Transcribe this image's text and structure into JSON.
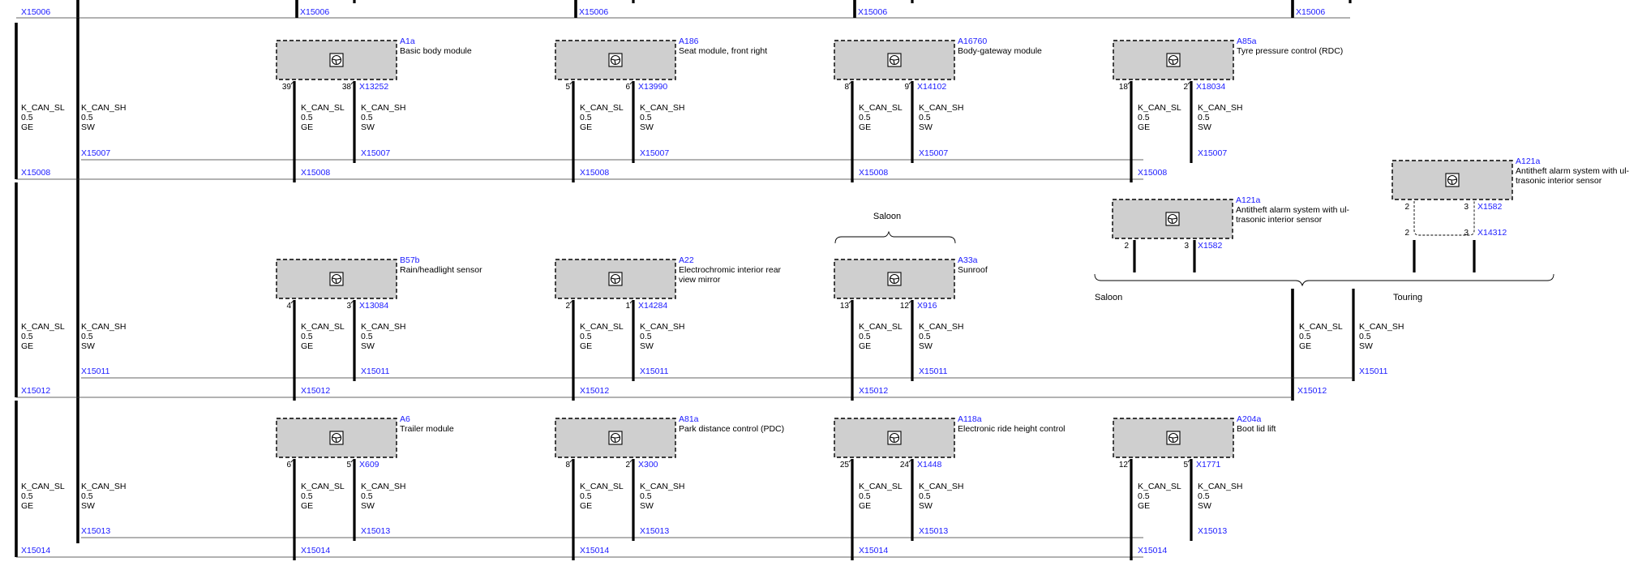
{
  "colors": {
    "connector_text": "#1a1aff",
    "module_fill": "#cfcfcf",
    "wire": "#000000"
  },
  "wire": {
    "sl_name": "K_CAN_SL",
    "sh_name": "K_CAN_SH",
    "size": "0.5",
    "sl_color": "GE",
    "sh_color": "SW"
  },
  "top_connectors": [
    "X15006",
    "X15006",
    "X15006",
    "X15006",
    "X15006"
  ],
  "rows": [
    {
      "id": "row1",
      "left_sh_conn": "X15007",
      "left_sl_conn": "X15008",
      "modules": [
        {
          "id": "A1a",
          "name": "Basic body module",
          "pin_sl": "39",
          "pin_sh": "38",
          "conn": "X13252",
          "sh_conn": "X15007",
          "sl_conn": "X15008"
        },
        {
          "id": "A186",
          "name": "Seat module, front right",
          "pin_sl": "5",
          "pin_sh": "6",
          "conn": "X13990",
          "sh_conn": "X15007",
          "sl_conn": "X15008"
        },
        {
          "id": "A16760",
          "name": "Body-gateway module",
          "pin_sl": "8",
          "pin_sh": "9",
          "conn": "X14102",
          "sh_conn": "X15007",
          "sl_conn": "X15008"
        },
        {
          "id": "A85a",
          "name": "Tyre pressure control (RDC)",
          "pin_sl": "18",
          "pin_sh": "2",
          "conn": "X18034",
          "sh_conn": "X15007",
          "sl_conn": "X15008"
        }
      ]
    },
    {
      "id": "row2",
      "left_sh_conn": "X15011",
      "left_sl_conn": "X15012",
      "modules": [
        {
          "id": "B57b",
          "name": "Rain/headlight sensor",
          "pin_sl": "4",
          "pin_sh": "3",
          "conn": "X13084",
          "sh_conn": "X15011",
          "sl_conn": "X15012"
        },
        {
          "id": "A22",
          "name": "Electrochromic interior rear view mirror",
          "name_line1": "Electrochromic interior rear",
          "name_line2": "view mirror",
          "pin_sl": "2",
          "pin_sh": "1",
          "conn": "X14284",
          "sh_conn": "X15011",
          "sl_conn": "X15012"
        },
        {
          "id": "A33a",
          "name": "Sunroof",
          "pin_sl": "13",
          "pin_sh": "12",
          "conn": "X916",
          "sh_conn": "X15011",
          "sl_conn": "X15012"
        }
      ],
      "saloon_note": "Saloon",
      "alarm_saloon": {
        "id": "A121a",
        "name_line1": "Antitheft alarm system with ul-",
        "name_line2": "trasonic interior sensor",
        "pin_sl": "2",
        "pin_sh": "3",
        "conn": "X1582"
      },
      "alarm_touring": {
        "id": "A121a",
        "name_line1": "Antitheft alarm system with ul-",
        "name_line2": "trasonic interior sensor",
        "pin_sl": "2",
        "pin_sh": "3",
        "conn": "X1582",
        "pin_sl2": "2",
        "pin_sh2": "3",
        "conn2": "X14312"
      },
      "variant_saloon": "Saloon",
      "variant_touring": "Touring",
      "right_sh_conn": "X15011",
      "right_sl_conn": "X15012"
    },
    {
      "id": "row3",
      "left_sh_conn": "X15013",
      "left_sl_conn": "X15014",
      "modules": [
        {
          "id": "A6",
          "name": "Trailer module",
          "pin_sl": "6",
          "pin_sh": "5",
          "conn": "X609",
          "sh_conn": "X15013",
          "sl_conn": "X15014"
        },
        {
          "id": "A81a",
          "name": "Park distance control (PDC)",
          "pin_sl": "8",
          "pin_sh": "2",
          "conn": "X300",
          "sh_conn": "X15013",
          "sl_conn": "X15014"
        },
        {
          "id": "A118a",
          "name": "Electronic ride height control",
          "pin_sl": "25",
          "pin_sh": "24",
          "conn": "X1448",
          "sh_conn": "X15013",
          "sl_conn": "X15014"
        },
        {
          "id": "A204a",
          "name": "Boot lid lift",
          "pin_sl": "12",
          "pin_sh": "5",
          "conn": "X1771",
          "sh_conn": "X15013",
          "sl_conn": "X15014"
        }
      ]
    }
  ]
}
